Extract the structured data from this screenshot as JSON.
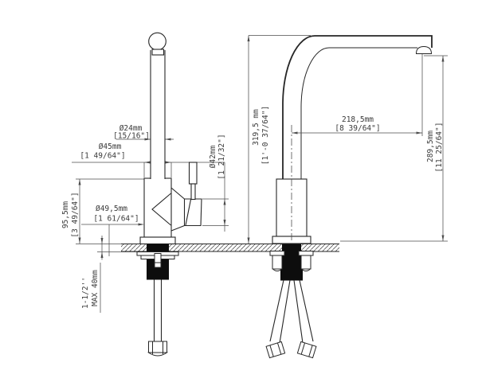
{
  "drawing": {
    "subject": "kitchen-faucet-dimensional-drawing",
    "views": {
      "left": "front-view",
      "right": "side-view"
    }
  },
  "dimensions": {
    "spout_tube_diameter": {
      "metric": "Ø24mm",
      "imperial": "[15/16\"]"
    },
    "body_diameter": {
      "metric": "Ø45mm",
      "imperial": "[1 49/64\"]"
    },
    "handle_diameter": {
      "metric": "Ø42mm",
      "imperial": "[1 21/32\"]"
    },
    "base_diameter": {
      "metric": "Ø49,5mm",
      "imperial": "[1 61/64\"]"
    },
    "body_height": {
      "metric": "95,5mm",
      "imperial": "[3 49/64\"]"
    },
    "deck_thickness": {
      "line1": "1-1/2''",
      "line2": "MAX 40mm"
    },
    "overall_height": {
      "metric": "319,5 mm",
      "imperial": "[1'-0 37/64\"]"
    },
    "spout_reach": {
      "metric": "218,5mm",
      "imperial": "[8 39/64\"]"
    },
    "outlet_height": {
      "metric": "289,5mm",
      "imperial": "[11 25/64\"]"
    }
  },
  "colors": {
    "outline": "#262626",
    "dimension_lines": "#4d4d4d",
    "label_text": "#3a3a3a",
    "hardware_fill": "#0d0d0d",
    "background": "#ffffff"
  }
}
